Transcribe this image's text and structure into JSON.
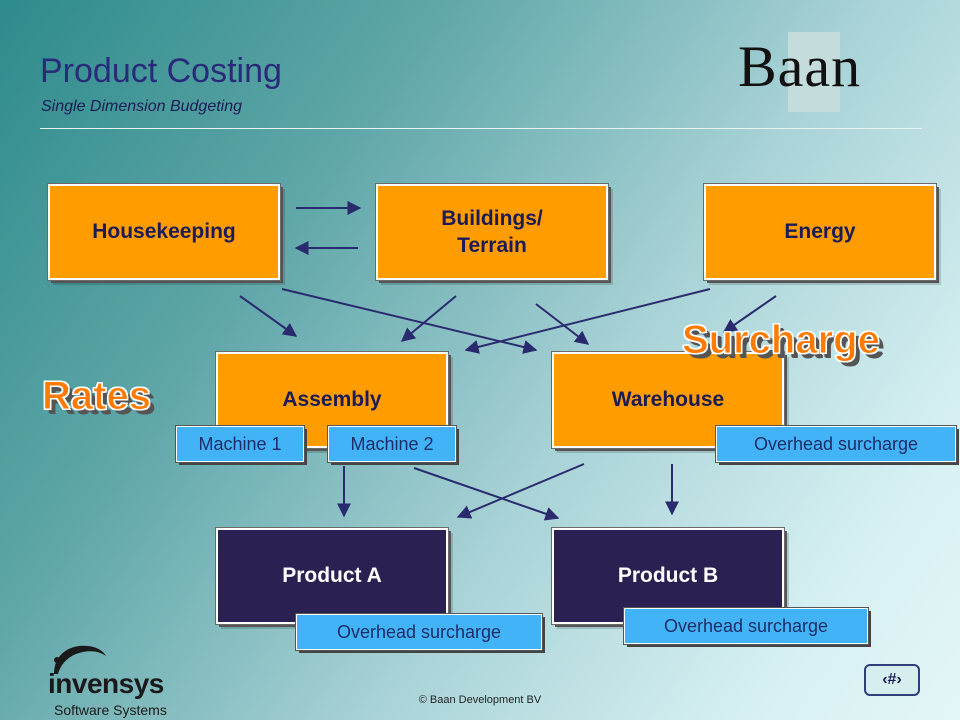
{
  "header": {
    "title": "Product Costing",
    "subtitle": "Single Dimension Budgeting",
    "logo": "Baan"
  },
  "nodes": {
    "housekeeping": "Housekeeping",
    "buildings_line1": "Buildings/",
    "buildings_line2": "Terrain",
    "energy": "Energy",
    "assembly": "Assembly",
    "warehouse": "Warehouse",
    "product_a": "Product A",
    "product_b": "Product B"
  },
  "tags": {
    "machine1": "Machine 1",
    "machine2": "Machine 2",
    "overhead_warehouse": "Overhead surcharge",
    "overhead_product_a": "Overhead surcharge",
    "overhead_product_b": "Overhead surcharge"
  },
  "labels": {
    "rates": "Rates",
    "surcharge": "Surcharge"
  },
  "footer": {
    "company": "invensys",
    "company_sub": "Software Systems",
    "copyright": "© Baan Development BV",
    "page": "‹#›"
  },
  "colors": {
    "cost_center": "#ff9c00",
    "product": "#2b2052",
    "tag": "#43b3f7",
    "arrow": "#2a2a6e"
  }
}
